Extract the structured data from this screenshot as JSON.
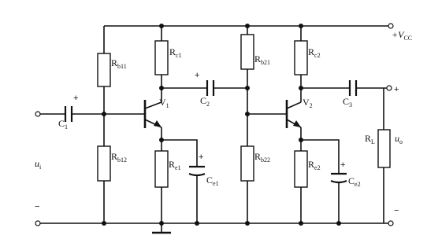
{
  "supply": {
    "label": "+V",
    "sub": "CC"
  },
  "transistors": {
    "v1": {
      "label": "V",
      "sub": "1"
    },
    "v2": {
      "label": "V",
      "sub": "2"
    }
  },
  "resistors": {
    "rb11": {
      "label": "R",
      "sub": "b11"
    },
    "rb12": {
      "label": "R",
      "sub": "b12"
    },
    "rc1": {
      "label": "R",
      "sub": "c1"
    },
    "re1": {
      "label": "R",
      "sub": "e1"
    },
    "rb21": {
      "label": "R",
      "sub": "b21"
    },
    "rb22": {
      "label": "R",
      "sub": "b22"
    },
    "rc2": {
      "label": "R",
      "sub": "c2"
    },
    "re2": {
      "label": "R",
      "sub": "e2"
    },
    "rl": {
      "label": "R",
      "sub": "L"
    }
  },
  "capacitors": {
    "c1": {
      "label": "C",
      "sub": "1"
    },
    "c2": {
      "label": "C",
      "sub": "2"
    },
    "c3": {
      "label": "C",
      "sub": "3"
    },
    "ce1": {
      "label": "C",
      "sub": "e1"
    },
    "ce2": {
      "label": "C",
      "sub": "e2"
    }
  },
  "signals": {
    "input": {
      "label": "u",
      "sub": "i"
    },
    "output": {
      "label": "u",
      "sub": "o"
    }
  },
  "polarity": {
    "plus": "+",
    "minus": "−"
  }
}
